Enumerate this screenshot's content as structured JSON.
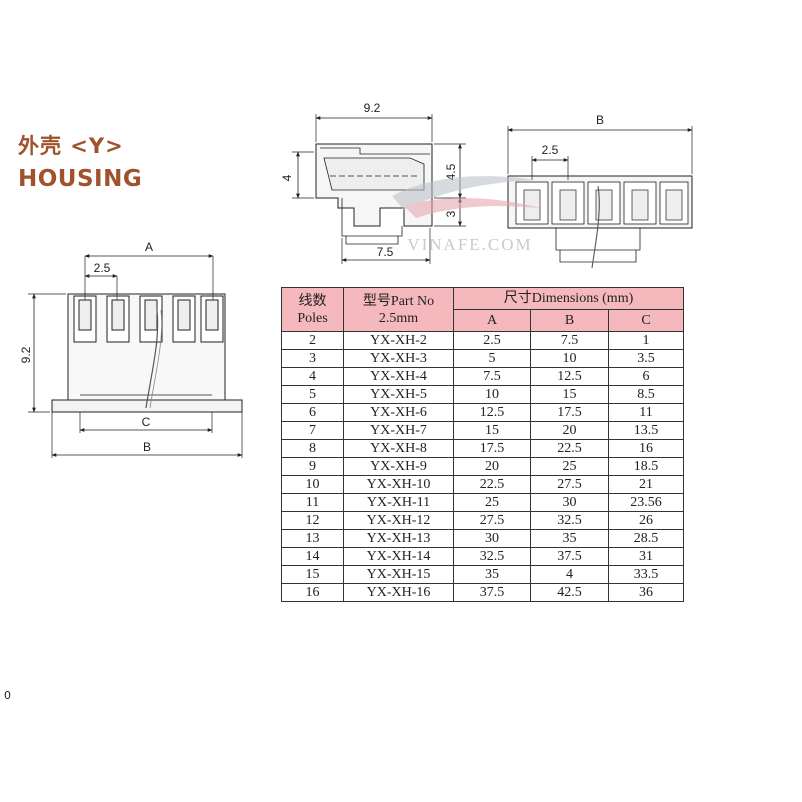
{
  "header": {
    "title_cn": "外壳 <Y>",
    "title_en": "HOUSING"
  },
  "watermark": "VINAFE.COM",
  "front_view": {
    "dim_a": "A",
    "dim_pitch": "2.5",
    "dim_height": "9.2",
    "dim_c": "C",
    "dim_b": "B"
  },
  "side_view": {
    "dim_top": "9.2",
    "dim_left": "4",
    "dim_right_upper": "4.5",
    "dim_right_lower": "3",
    "dim_bottom": "7.5"
  },
  "top_view": {
    "dim_b": "B",
    "dim_pitch": "2.5"
  },
  "table": {
    "head": {
      "poles_cn": "线数",
      "poles_en": "Poles",
      "part_cn": "型号Part No",
      "part_pitch": "2.5mm",
      "dims": "尺寸Dimensions (mm)",
      "col_a": "A",
      "col_b": "B",
      "col_c": "C"
    },
    "rows": [
      {
        "poles": "2",
        "part": "YX-XH-2",
        "a": "2.5",
        "b": "7.5",
        "c": "1"
      },
      {
        "poles": "3",
        "part": "YX-XH-3",
        "a": "5",
        "b": "10",
        "c": "3.5"
      },
      {
        "poles": "4",
        "part": "YX-XH-4",
        "a": "7.5",
        "b": "12.5",
        "c": "6"
      },
      {
        "poles": "5",
        "part": "YX-XH-5",
        "a": "10",
        "b": "15",
        "c": "8.5"
      },
      {
        "poles": "6",
        "part": "YX-XH-6",
        "a": "12.5",
        "b": "17.5",
        "c": "11"
      },
      {
        "poles": "7",
        "part": "YX-XH-7",
        "a": "15",
        "b": "20",
        "c": "13.5"
      },
      {
        "poles": "8",
        "part": "YX-XH-8",
        "a": "17.5",
        "b": "22.5",
        "c": "16"
      },
      {
        "poles": "9",
        "part": "YX-XH-9",
        "a": "20",
        "b": "25",
        "c": "18.5"
      },
      {
        "poles": "10",
        "part": "YX-XH-10",
        "a": "22.5",
        "b": "27.5",
        "c": "21"
      },
      {
        "poles": "11",
        "part": "YX-XH-11",
        "a": "25",
        "b": "30",
        "c": "23.56"
      },
      {
        "poles": "12",
        "part": "YX-XH-12",
        "a": "27.5",
        "b": "32.5",
        "c": "26"
      },
      {
        "poles": "13",
        "part": "YX-XH-13",
        "a": "30",
        "b": "35",
        "c": "28.5"
      },
      {
        "poles": "14",
        "part": "YX-XH-14",
        "a": "32.5",
        "b": "37.5",
        "c": "31"
      },
      {
        "poles": "15",
        "part": "YX-XH-15",
        "a": "35",
        "b": "4",
        "c": "33.5"
      },
      {
        "poles": "16",
        "part": "YX-XH-16",
        "a": "37.5",
        "b": "42.5",
        "c": "36"
      }
    ]
  },
  "stray_mark": "0"
}
